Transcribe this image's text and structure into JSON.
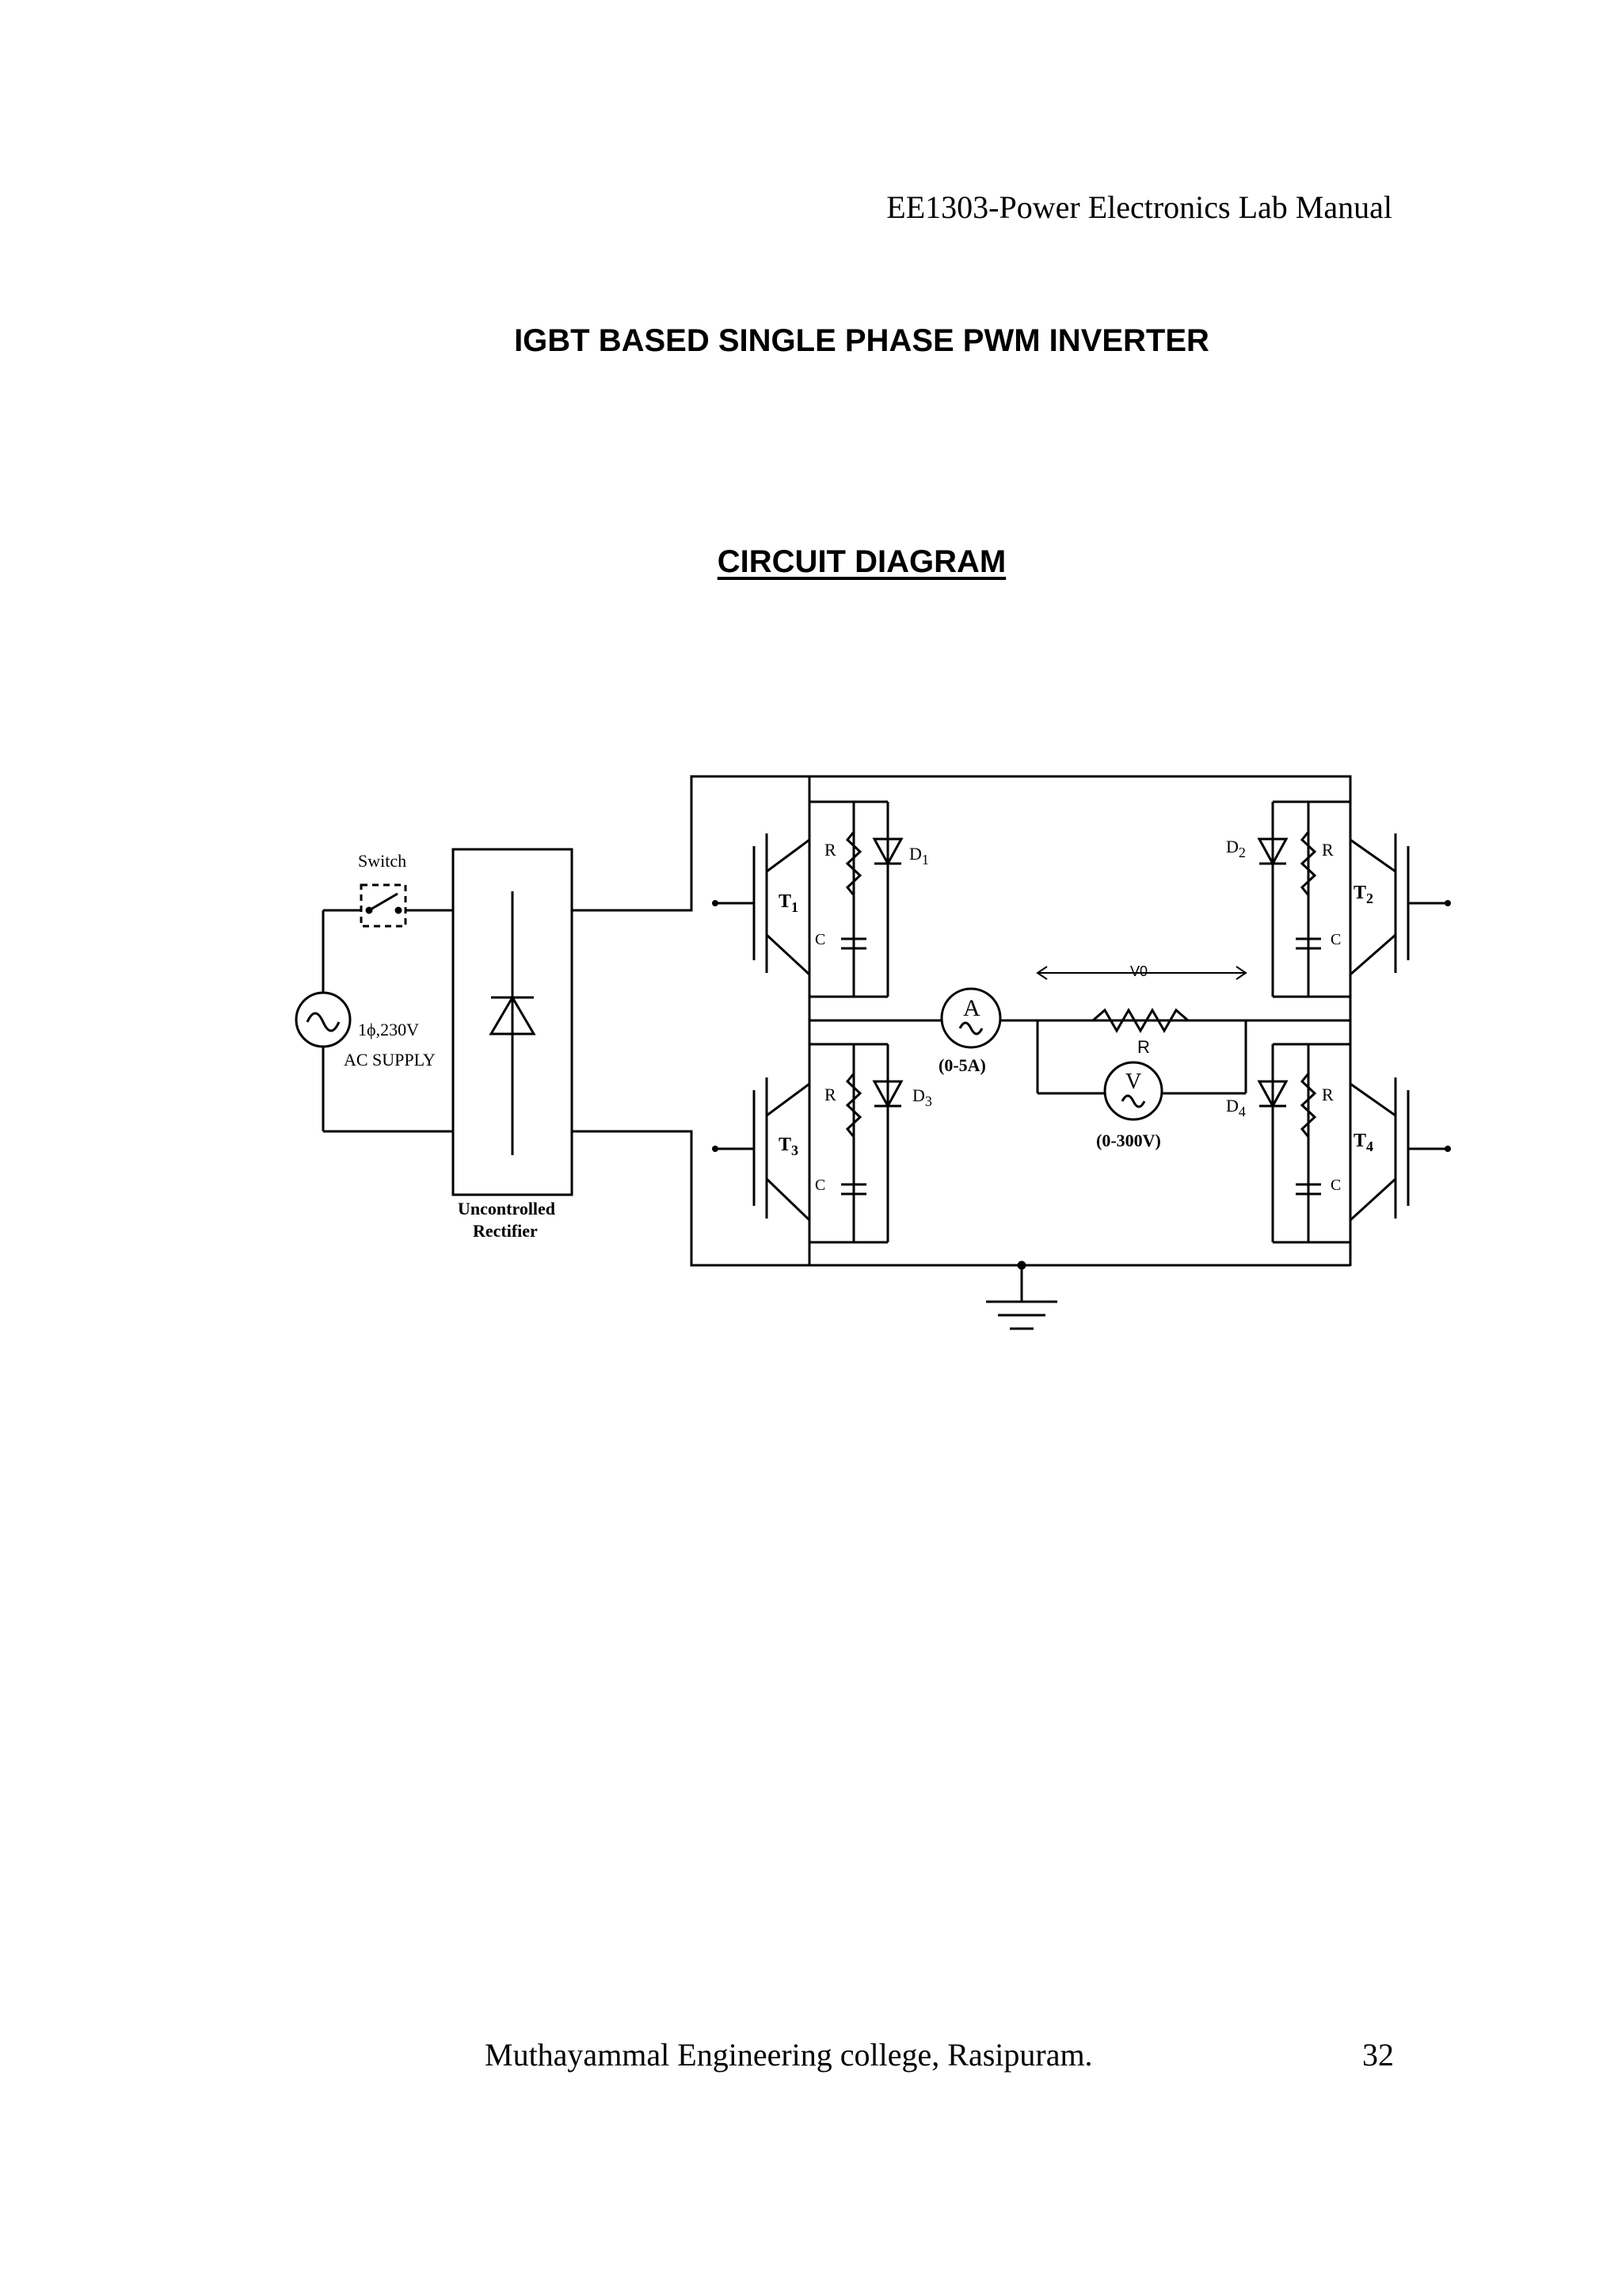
{
  "header": {
    "manual_title": "EE1303-Power Electronics Lab Manual"
  },
  "title": "IGBT BASED SINGLE PHASE PWM INVERTER",
  "subtitle": "CIRCUIT DIAGRAM",
  "diagram": {
    "switch_label": "Switch",
    "supply_line1": "1ϕ,230V",
    "supply_line2": "AC SUPPLY",
    "rectifier_line1": "Uncontrolled",
    "rectifier_line2": "Rectifier",
    "snubber_r": "R",
    "snubber_c": "C",
    "load_r": "R",
    "vo_label": "V0",
    "ammeter_symbol": "A",
    "ammeter_range": "(0-5A)",
    "voltmeter_symbol": "V",
    "voltmeter_range": "(0-300V)",
    "devices": {
      "t1": "T",
      "t1_sub": "1",
      "t2": "T",
      "t2_sub": "2",
      "t3": "T",
      "t3_sub": "3",
      "t4": "T",
      "t4_sub": "4",
      "d1": "D",
      "d1_sub": "1",
      "d2": "D",
      "d2_sub": "2",
      "d3": "D",
      "d3_sub": "3",
      "d4": "D",
      "d4_sub": "4"
    }
  },
  "footer": {
    "college": "Muthayammal Engineering college, Rasipuram.",
    "page_number": "32"
  }
}
